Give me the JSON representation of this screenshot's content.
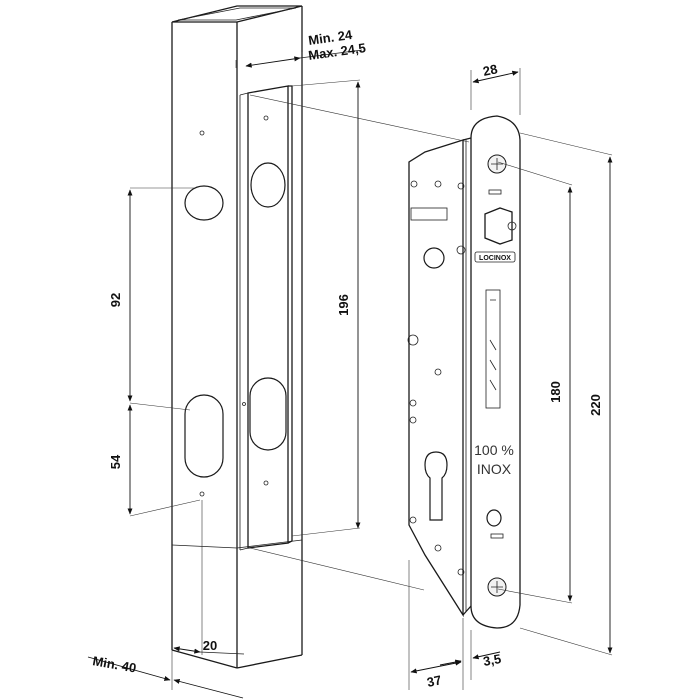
{
  "brand_label": "LOCINOX",
  "stamp": {
    "line1": "100 %",
    "line2": "INOX"
  },
  "dimensions": {
    "min_profile_width": "Min. 40",
    "hole_offset": "20",
    "min_depth": "Min. 24",
    "max_depth": "Max. 24,5",
    "cutout_height": "196",
    "hole_spacing": "92",
    "lower_hole": "54",
    "faceplate_width": "28",
    "screw_spacing": "180",
    "faceplate_height": "220",
    "backset": "37",
    "faceplate_thickness": "3,5"
  }
}
